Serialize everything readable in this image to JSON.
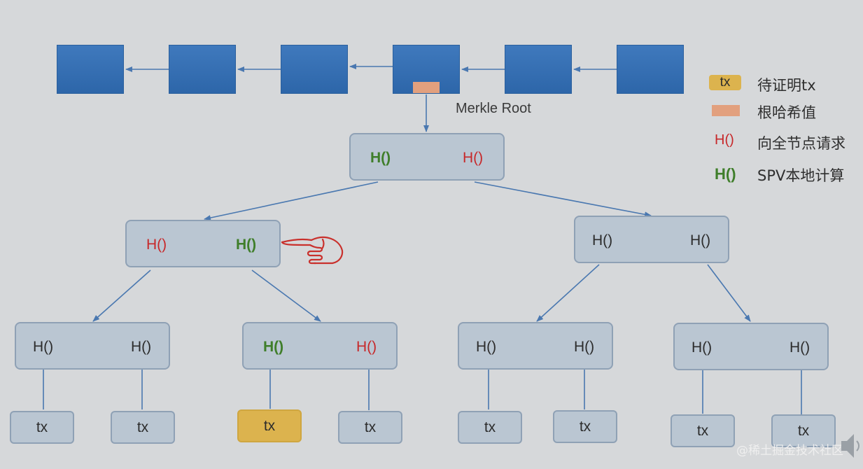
{
  "blockchain": {
    "block_count": 6,
    "merkle_root_label": "Merkle Root"
  },
  "tree": {
    "root": {
      "left": "H()",
      "right": "H()",
      "left_mode": "local",
      "right_mode": "request"
    },
    "level1_left": {
      "left": "H()",
      "right": "H()",
      "left_mode": "request",
      "right_mode": "local"
    },
    "level1_right": {
      "left": "H()",
      "right": "H()"
    },
    "level2": [
      {
        "left": "H()",
        "right": "H()"
      },
      {
        "left": "H()",
        "right": "H()",
        "left_mode": "local",
        "right_mode": "request"
      },
      {
        "left": "H()",
        "right": "H()"
      },
      {
        "left": "H()",
        "right": "H()"
      }
    ],
    "leaves": [
      "tx",
      "tx",
      "tx",
      "tx",
      "tx",
      "tx",
      "tx",
      "tx"
    ],
    "target_leaf_index": 2
  },
  "legend": {
    "tx_swatch": "tx",
    "tx_label": "待证明tx",
    "hash_label": "根哈希值",
    "red_symbol": "H()",
    "red_label": "向全节点请求",
    "green_symbol": "H()",
    "green_label": "SPV本地计算"
  },
  "colors": {
    "block_blue": "#3573b6",
    "merkle_root_orange": "#e2a07e",
    "target_tx_gold": "#dcb34e",
    "local_green": "#3f7e2a",
    "request_red": "#c7282a",
    "pointer_red": "#c9302c"
  },
  "watermark": "@稀土掘金技术社区"
}
